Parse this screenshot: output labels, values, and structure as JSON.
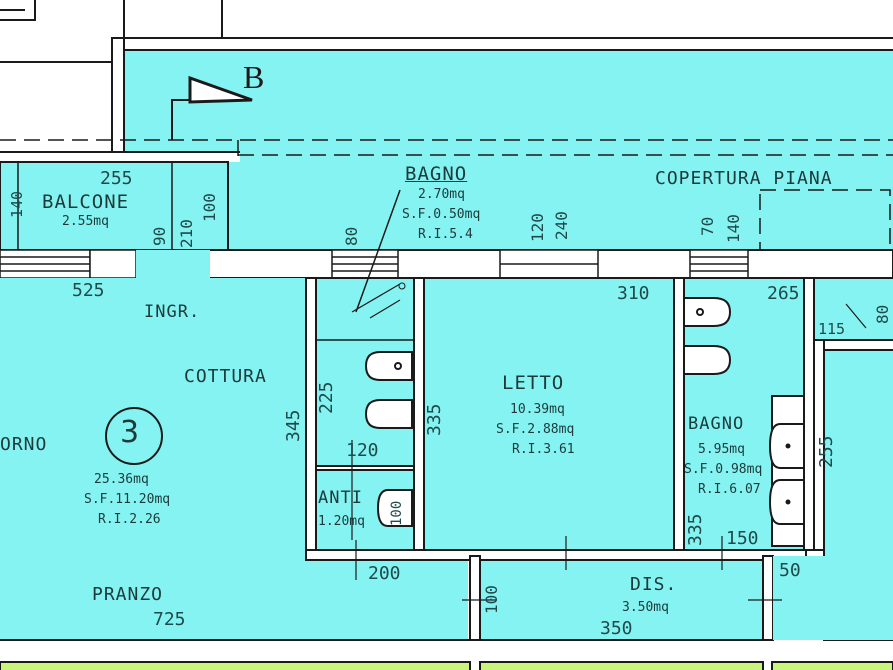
{
  "section_marker": "B",
  "rooms": {
    "balcone": {
      "name": "BALCONE",
      "area": "2.55mq"
    },
    "bagno_small": {
      "name": "BAGNO",
      "area": "2.70mq",
      "sf": "S.F.0.50mq",
      "ri": "R.I.5.4"
    },
    "copertura": {
      "name": "COPERTURA PIANA"
    },
    "ingr": {
      "name": "INGR."
    },
    "cottura": {
      "name": "COTTURA"
    },
    "soggiorno": {
      "name": "ORNO",
      "number": "3",
      "area": "25.36mq",
      "sf": "S.F.11.20mq",
      "ri": "R.I.2.26"
    },
    "pranzo": {
      "name": "PRANZO"
    },
    "letto": {
      "name": "LETTO",
      "area": "10.39mq",
      "sf": "S.F.2.88mq",
      "ri": "R.I.3.61"
    },
    "bagno_large": {
      "name": "BAGNO",
      "area": "5.95mq",
      "sf": "S.F.0.98mq",
      "ri": "R.I.6.07"
    },
    "anti": {
      "name": "ANTI",
      "area": "1.20mq"
    },
    "dis": {
      "name": "DIS.",
      "area": "3.50mq"
    }
  },
  "dimensions": {
    "d255_top": "255",
    "d140_left": "140",
    "d90": "90",
    "d210": "210",
    "d100_top": "100",
    "d525": "525",
    "d80_bagno": "80",
    "d120_top": "120",
    "d240": "240",
    "d70": "70",
    "d140_right": "140",
    "d310": "310",
    "d265": "265",
    "d115": "115",
    "d80_right": "80",
    "d345": "345",
    "d225": "225",
    "d335_letto": "335",
    "d120_anti": "120",
    "d100_anti": "100",
    "d255_right": "255",
    "d335_bagno": "335",
    "d150": "150",
    "d200": "200",
    "d725": "725",
    "d100_dis": "100",
    "d350": "350",
    "d50": "50"
  },
  "colors": {
    "room_fill": "#86f3f3",
    "wall": "#ffffff",
    "line": "#1a1a1a",
    "lower_floor": "#c8f57a"
  }
}
